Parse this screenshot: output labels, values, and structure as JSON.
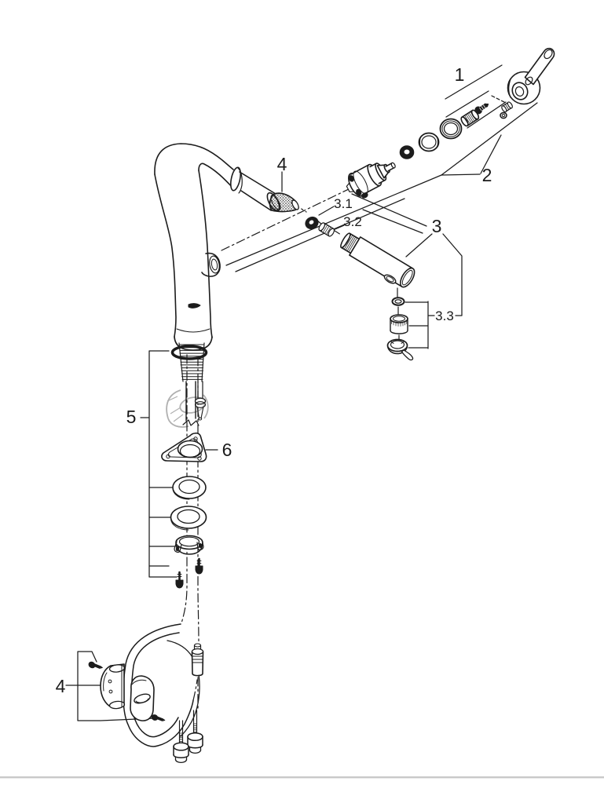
{
  "diagram": {
    "kind": "exploded-parts-technical-drawing",
    "subject": "single-lever kitchen faucet with pull-out spray, exploded view"
  },
  "colors": {
    "line": "#1c1c1c",
    "ghost": "#b0b0b0",
    "rule": "#c9c9c9",
    "background": "#ffffff"
  },
  "callouts": {
    "c1": "1",
    "c2": "2",
    "c3": "3",
    "c31": "3.1",
    "c32": "3.2",
    "c33": "3.3",
    "c4_top": "4",
    "c5": "5",
    "c6": "6",
    "c4_bottom": "4"
  }
}
